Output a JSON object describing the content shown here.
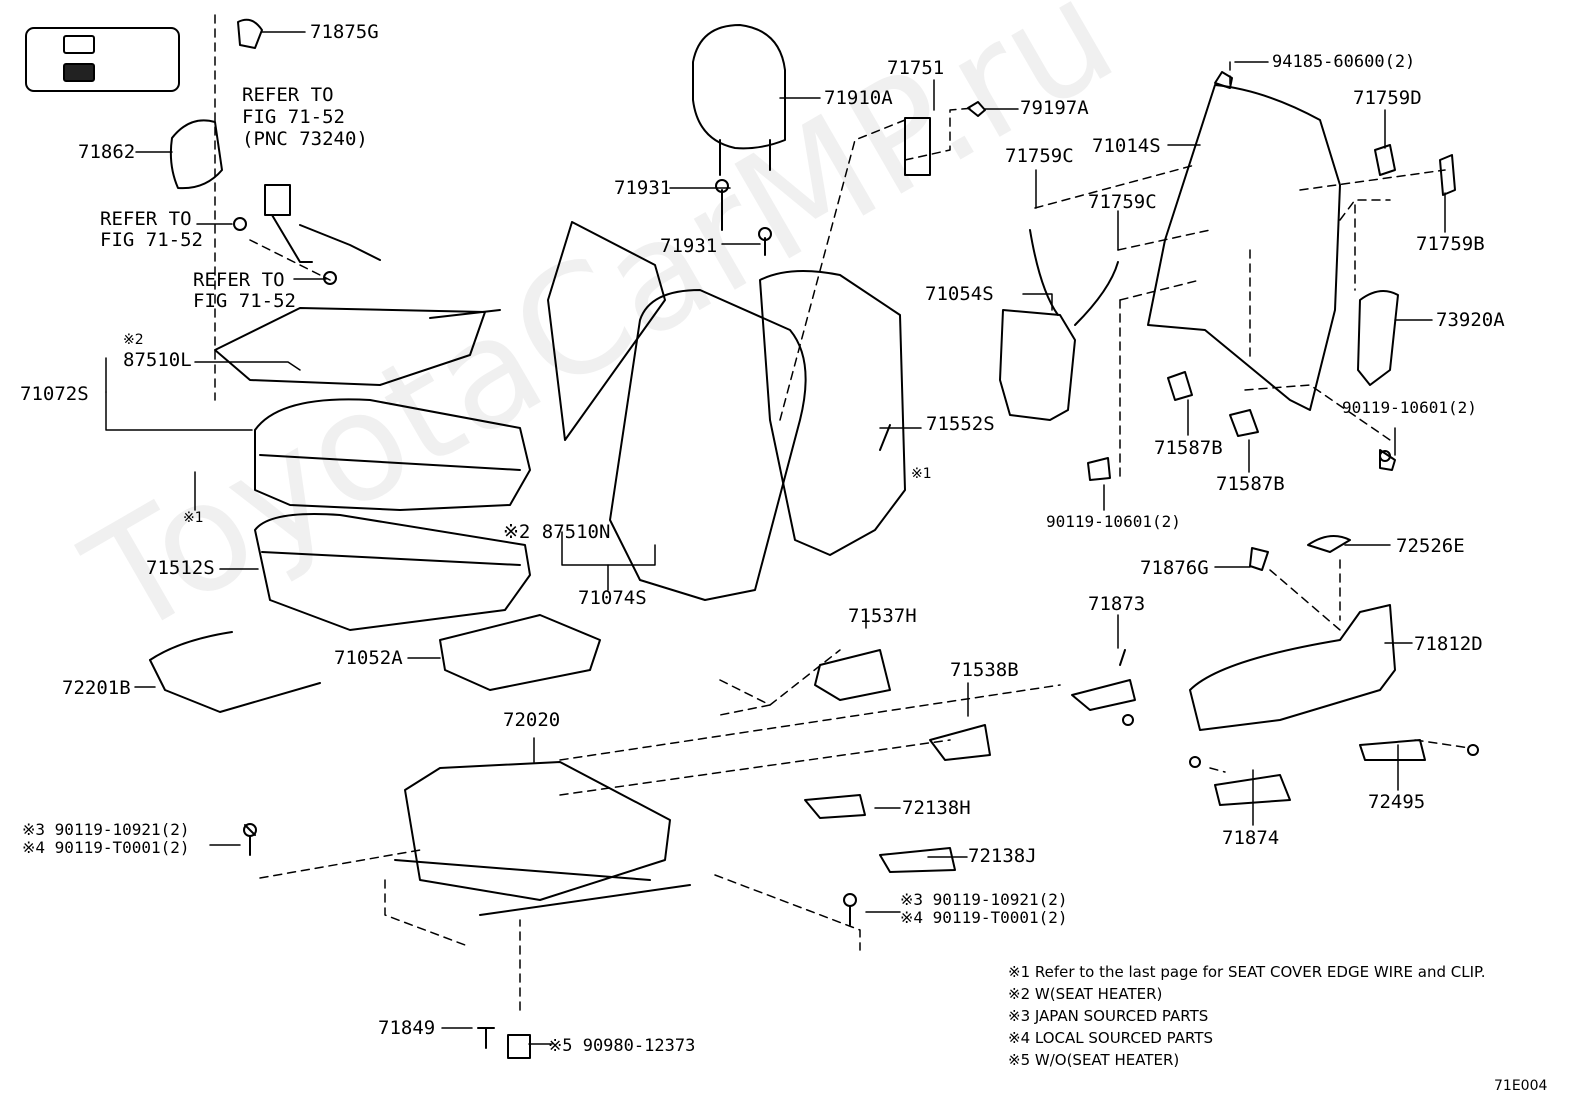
{
  "watermark": "ToyotaCarMP.ru",
  "legend": {
    "light_fill": "#ffffff",
    "dark_fill": "#222222"
  },
  "labels": {
    "p71875G": "71875G",
    "refer1a": "REFER TO",
    "refer1b": "FIG 71-52",
    "refer1c": "(PNC 73240)",
    "p71862": "71862",
    "refer2a": "REFER TO",
    "refer2b": "FIG 71-52",
    "refer3a": "REFER TO",
    "refer3b": "FIG 71-52",
    "mark87510L": "※2",
    "p87510L": "87510L",
    "p71072S": "71072S",
    "mark71072": "※1",
    "p71512S": "71512S",
    "p72201B": "72201B",
    "p71052A": "71052A",
    "p72020": "72020",
    "n3a": "※3 90119-10921(2)",
    "n4a": "※4 90119-T0001(2)",
    "p71849": "71849",
    "p90980": "※5 90980-12373",
    "p71910A": "71910A",
    "p71931a": "71931",
    "p71931b": "71931",
    "p87510N": "※2 87510N",
    "p71074S": "71074S",
    "p71751": "71751",
    "p79197A": "79197A",
    "p71552S": "71552S",
    "mark71552": "※1",
    "p71537H": "71537H",
    "p71538B": "71538B",
    "p72138H": "72138H",
    "p72138J": "72138J",
    "n3b": "※3 90119-10921(2)",
    "n4b": "※4 90119-T0001(2)",
    "p71759Ca": "71759C",
    "p71759Cb": "71759C",
    "p71054S": "71054S",
    "p90119b": "90119-10601(2)",
    "p71014S": "71014S",
    "p94185": "94185-60600(2)",
    "p71759D": "71759D",
    "p71759B": "71759B",
    "p73920A": "73920A",
    "p90119a": "90119-10601(2)",
    "p71587Ba": "71587B",
    "p71587Bb": "71587B",
    "p71876G": "71876G",
    "p72526E": "72526E",
    "p71873": "71873",
    "p71812D": "71812D",
    "p71874": "71874",
    "p72495": "72495"
  },
  "notes": [
    "※1  Refer to the last page for SEAT COVER EDGE WIRE and CLIP.",
    "※2  W(SEAT HEATER)",
    "※3  JAPAN SOURCED PARTS",
    "※4  LOCAL SOURCED PARTS",
    "※5  W/O(SEAT HEATER)"
  ],
  "figure_id": "71E004"
}
